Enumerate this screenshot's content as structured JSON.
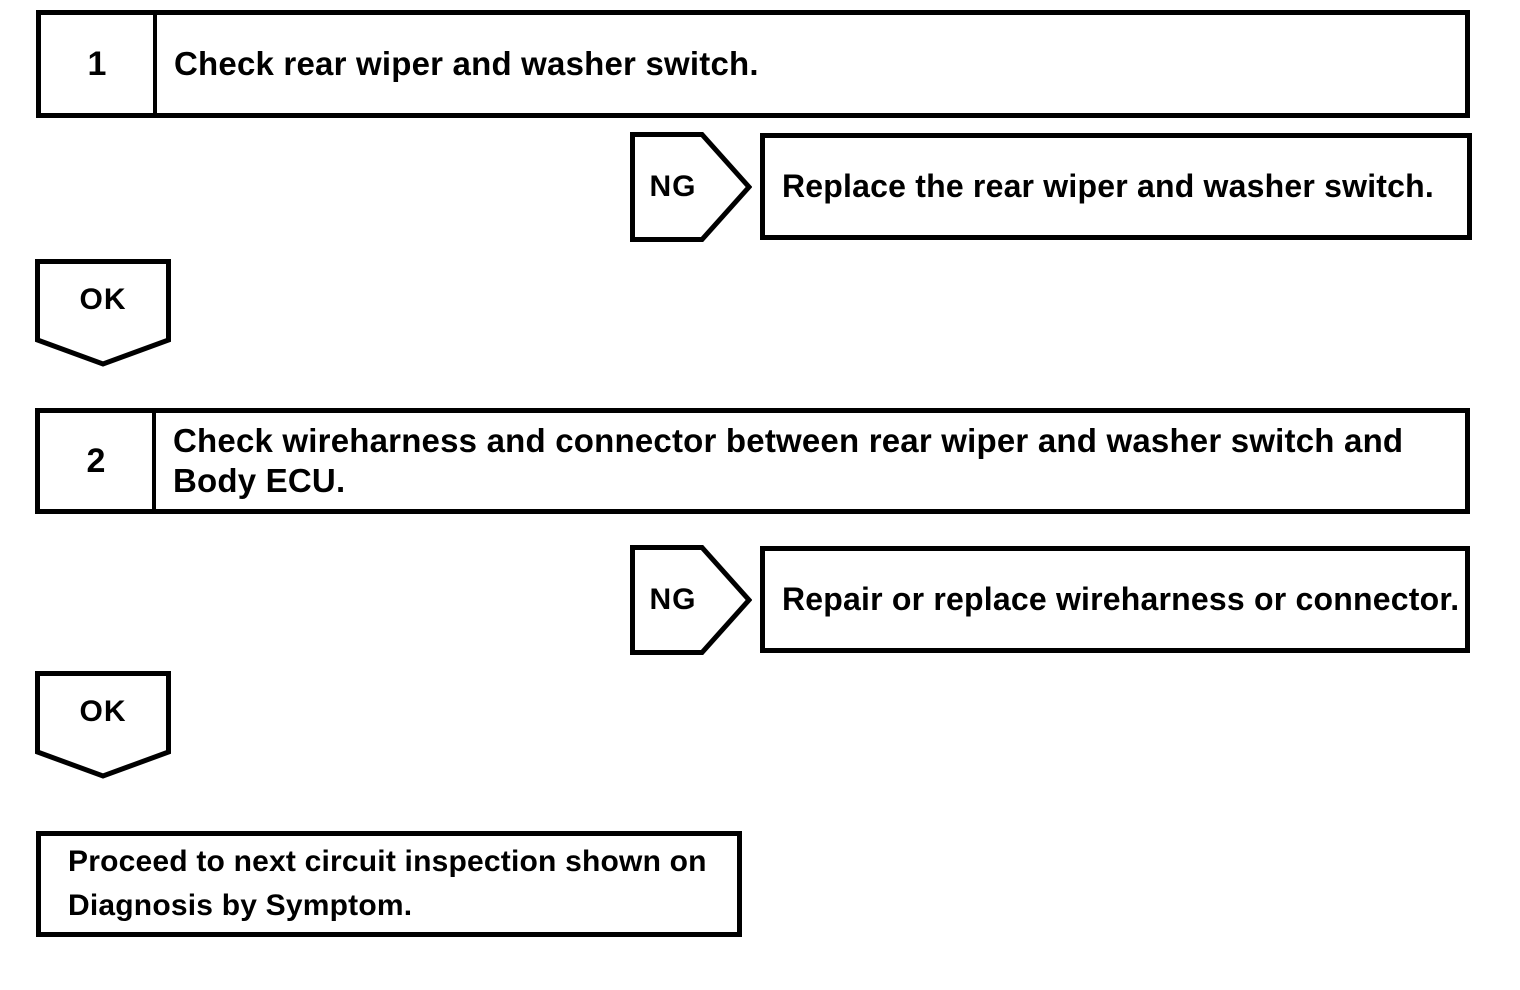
{
  "page": {
    "background_color": "#ffffff",
    "ink_color": "#000000",
    "type": "diagnostic-flowchart"
  },
  "flowchart": {
    "steps": [
      {
        "number": "1",
        "instruction_lines": [
          "Check rear wiper and washer switch."
        ],
        "ng": {
          "label": "NG",
          "action_lines": [
            "Replace the rear wiper and washer switch."
          ]
        },
        "ok": {
          "label": "OK"
        }
      },
      {
        "number": "2",
        "instruction_lines": [
          "Check wireharness and connector between rear wiper and washer switch and",
          "Body ECU."
        ],
        "ng": {
          "label": "NG",
          "action_lines": [
            "Repair or replace wireharness or connector."
          ]
        },
        "ok": {
          "label": "OK"
        }
      }
    ],
    "final_result_lines": [
      "Proceed to next circuit inspection shown on",
      "Diagnosis by Symptom."
    ]
  }
}
